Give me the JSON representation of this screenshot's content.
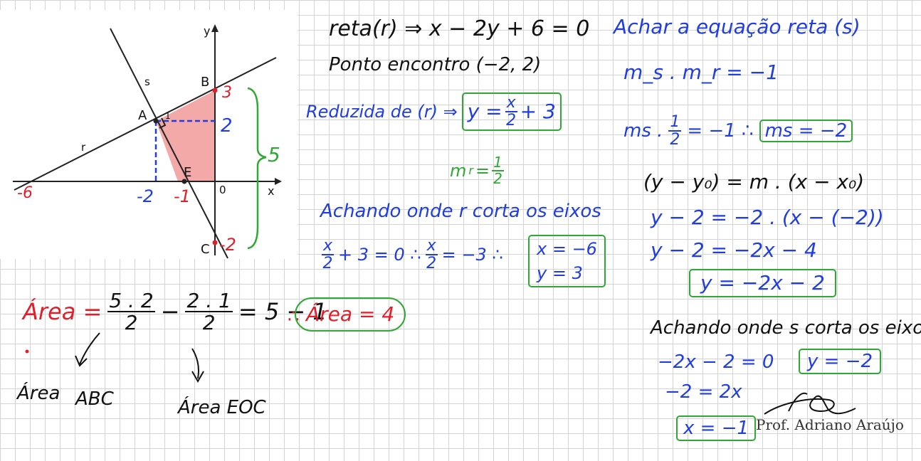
{
  "diagram": {
    "axis_x": "x",
    "axis_y": "y",
    "origin": "0",
    "line_r": "r",
    "line_s": "s",
    "point_a": "A",
    "point_b": "B",
    "point_c": "C",
    "point_e": "E",
    "angle_mark": "1",
    "val_b_y": "3",
    "val_a_y": "2",
    "val_c_y": "-2",
    "val_neg6": "-6",
    "val_neg2": "-2",
    "val_neg1": "-1",
    "brace_label": "5"
  },
  "middle": {
    "line1": "reta(r) ⇒ x − 2y + 6 = 0",
    "line2": "Ponto encontro (−2, 2)",
    "reduzida_prefix": "Reduzida de (r) ⇒",
    "reduzida_y": "y =",
    "reduzida_num": "x",
    "reduzida_den": "2",
    "reduzida_tail": "+ 3",
    "mr_prefix": "m",
    "mr_sub": "r",
    "mr_eq": "=",
    "mr_num": "1",
    "mr_den": "2",
    "achando_r": "Achando onde r corta os eixos",
    "eq_num": "x",
    "eq_den": "2",
    "eq_rest": "+ 3 = 0  ∴",
    "eq2_num": "x",
    "eq2_den": "2",
    "eq2_rest": "= −3 ∴",
    "box_x": "x = −6",
    "box_y": "y = 3"
  },
  "right": {
    "title": "Achar a equação reta (s)",
    "ms_mr": "m_s . m_r = −1",
    "ms_prefix": "ms .",
    "ms_num": "1",
    "ms_den": "2",
    "ms_tail": "= −1  ∴",
    "ms_box": "ms = −2",
    "point_slope": "(y − y₀) = m . (x − x₀)",
    "step1": "y − 2 = −2 . (x − (−2))",
    "step2": "y − 2 = −2x − 4",
    "result_box": "y = −2x − 2",
    "achando_s": "Achando onde s corta os eixos",
    "s_eq1": "−2x − 2 = 0",
    "s_eq2": "−2 = 2x",
    "s_box_x": "x = −1",
    "s_box_y": "y = −2"
  },
  "bottom": {
    "area_label": "Área =",
    "frac1_num": "5 . 2",
    "frac1_den": "2",
    "minus": "−",
    "frac2_num": "2 . 1",
    "frac2_den": "2",
    "result_expr": "= 5 − 1",
    "therefore": "∴",
    "area_result": "Área = 4",
    "area_abc_prefix": "Área",
    "area_abc": "ABC",
    "area_eoc": "Área EOC"
  },
  "credit": "Prof. Adriano Araújo",
  "colors": {
    "black_ink": "#111111",
    "blue_ink": "#1f3de0",
    "red_ink": "#e01f2a",
    "green_ink": "#2fa834",
    "triangle_fill": "#f4a9a9"
  }
}
